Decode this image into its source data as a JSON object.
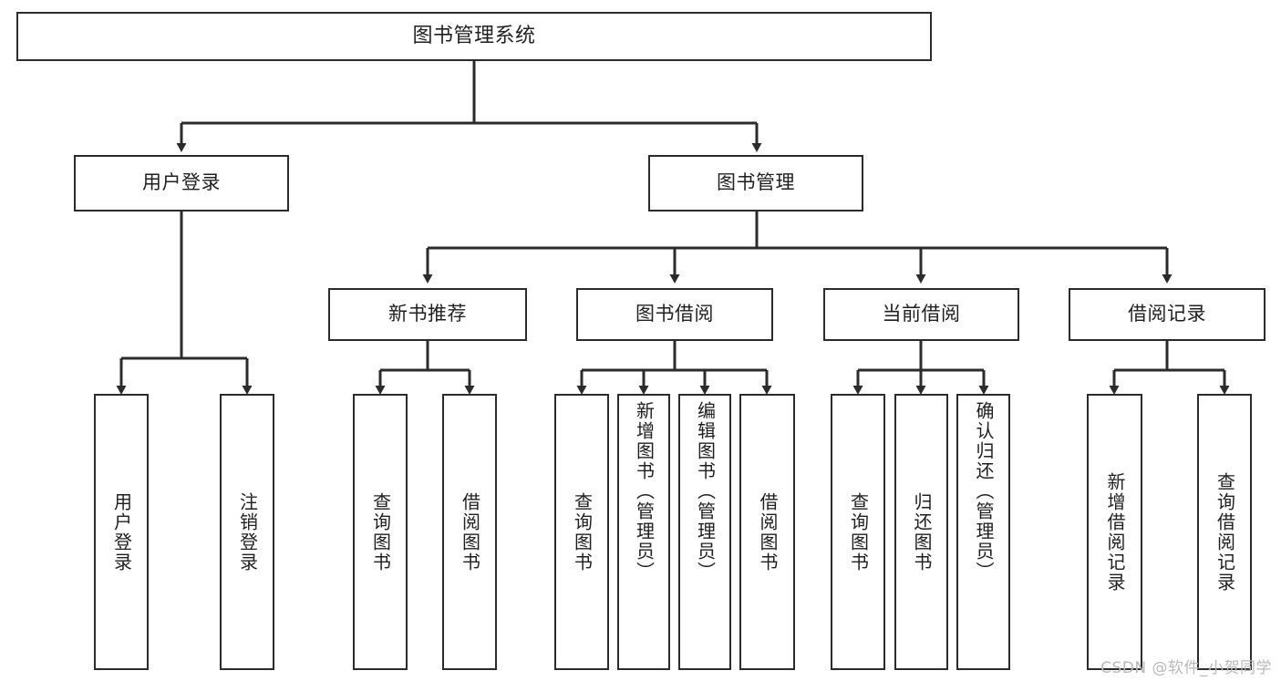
{
  "diagram": {
    "title": "图书管理系统",
    "type": "tree-hierarchy-chart",
    "root": {
      "label": "图书管理系统"
    },
    "level2": [
      {
        "label": "用户登录"
      },
      {
        "label": "图书管理"
      }
    ],
    "level3": [
      {
        "label": "新书推荐"
      },
      {
        "label": "图书借阅"
      },
      {
        "label": "当前借阅"
      },
      {
        "label": "借阅记录"
      }
    ],
    "leaves_user_login": [
      {
        "label": "用户登录"
      },
      {
        "label": "注销登录"
      }
    ],
    "leaves_new_book": [
      {
        "label": "查询图书"
      },
      {
        "label": "借阅图书"
      }
    ],
    "leaves_borrow": [
      {
        "label": "查询图书"
      },
      {
        "label": "新增图书（管理员）"
      },
      {
        "label": "编辑图书（管理员）"
      },
      {
        "label": "借阅图书"
      }
    ],
    "leaves_current": [
      {
        "label": "查询图书"
      },
      {
        "label": "归还图书"
      },
      {
        "label": "确认归还（管理员）"
      }
    ],
    "leaves_record": [
      {
        "label": "新增借阅记录"
      },
      {
        "label": "查询借阅记录"
      }
    ]
  },
  "watermark": {
    "text": "CSDN @软件_小贺同学"
  },
  "colors": {
    "border": "#2b2b2b",
    "text": "#1f1f1f",
    "background": "#ffffff",
    "watermark": "#b9b9b9"
  }
}
